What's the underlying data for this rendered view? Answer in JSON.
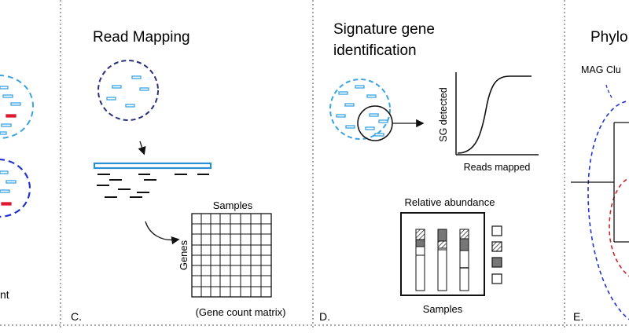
{
  "panel_b": {
    "label_fragment": "nt"
  },
  "panel_c": {
    "letter": "C.",
    "title": "Read Mapping",
    "matrix_top_label": "Samples",
    "matrix_side_label": "Genes",
    "matrix_caption": "(Gene count matrix)"
  },
  "panel_d": {
    "letter": "D.",
    "title_line1": "Signature gene",
    "title_line2": "identification",
    "plot_ylabel": "SG detected",
    "plot_xlabel": "Reads mapped",
    "box_title": "Relative abundance",
    "box_xlabel": "Samples"
  },
  "panel_e": {
    "letter": "E.",
    "title_fragment": "Phylo",
    "cluster_label_fragment": "MAG Clu"
  },
  "colors": {
    "read_light_blue": "#3aa3e3",
    "cluster_dark_blue": "#2a2f7a",
    "red_read": "#e0192f",
    "reference_bar": "#2b8fd6",
    "dashed_blue": "#2233cc",
    "dashed_red": "#cc2222",
    "hatch_gray": "#555555",
    "solid_gray": "#777777"
  }
}
